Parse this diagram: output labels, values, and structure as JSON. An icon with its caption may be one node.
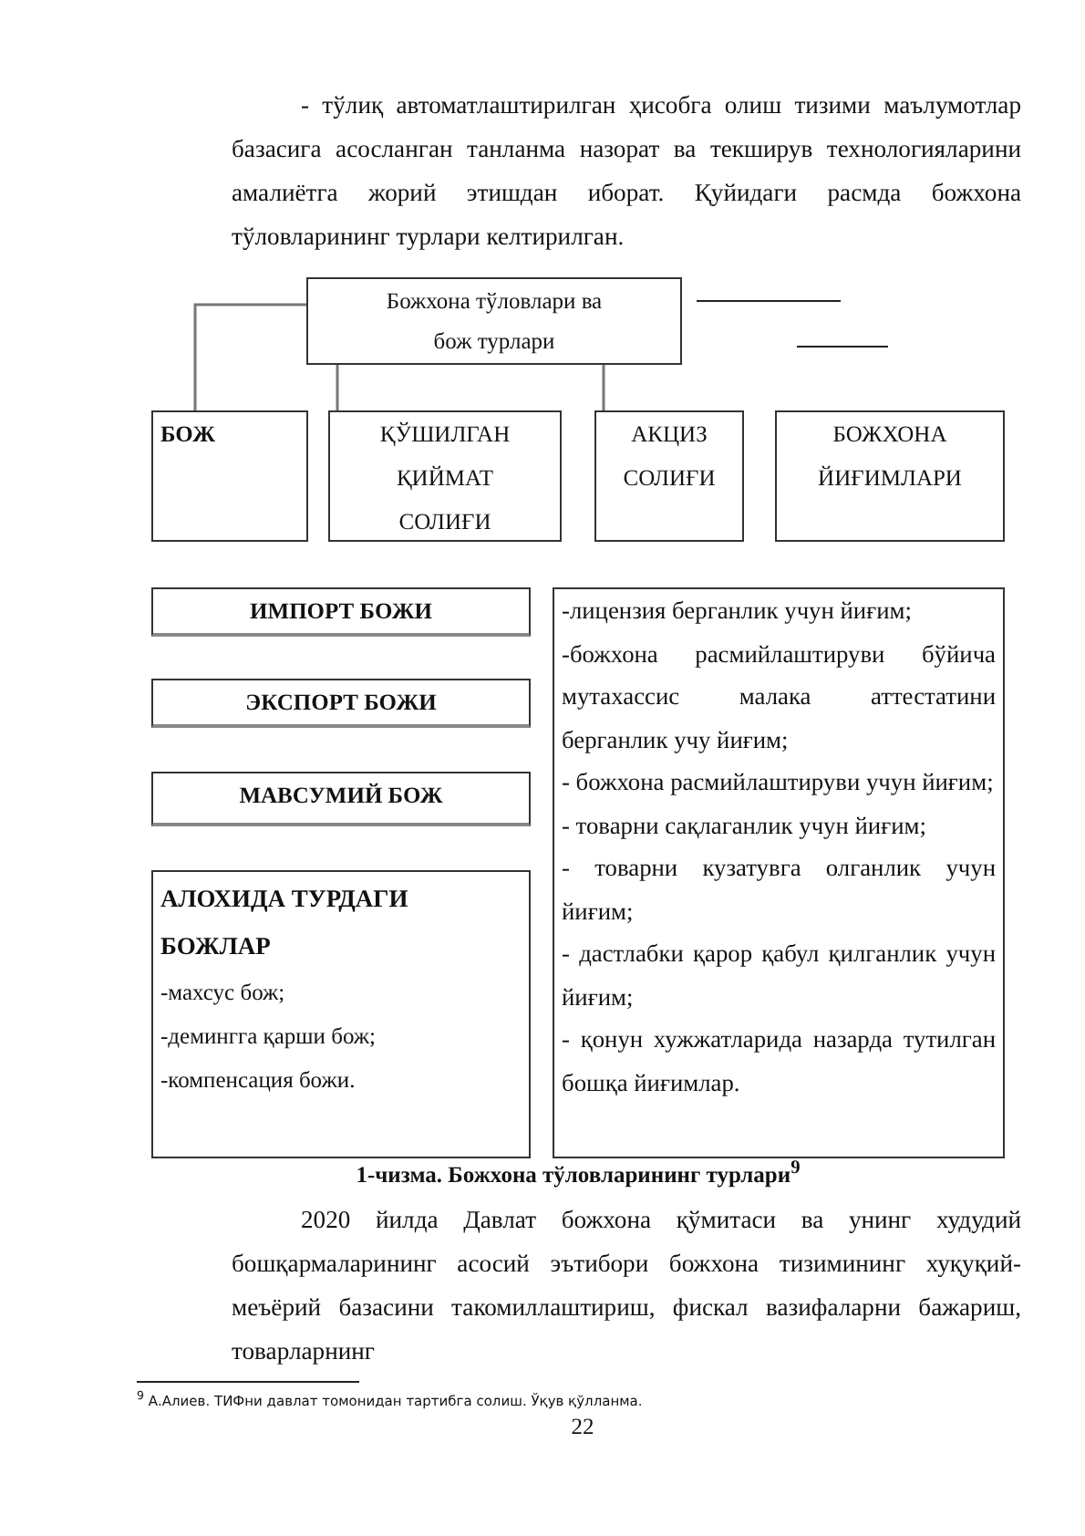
{
  "diagram": {
    "caption": "1-чизма. Божхона  тўловларининг  турлари$^{9}$",
    "nodes": [
      {
        "text": [
          "Божхона тўловлари ва бож турлари"
        ]
      },
      {
        "text": [
          "БОЖ"
        ]
      },
      {
        "text": [
          "ҚЎШИЛГАН ҚИЙМАТ СОЛИҒИ"
        ]
      },
      {
        "text": [
          "АКЦИЗ СОЛИҒИ"
        ]
      },
      {
        "text": [
          "БОЖХОНА ЙИҒИМЛАРИ"
        ]
      },
      {
        "text": [
          "ИМПОРТ БОЖИ"
        ]
      },
      {
        "text": [
          "ЭКСПОРТ БОЖИ"
        ]
      },
      {
        "text": [
          "МАВСУМИЙ БОЖ"
        ]
      },
      {
        "text": [
          "АЛОХИДА ТУРДАГИ БОЖЛАР",
          "-махсус бож;",
          "-демингга қарши бож;",
          "-компенсация божи."
        ]
      },
      {
        "text": [
          "-лицензия берганлик учун йиғим;",
          "-божхона расмийлаштируви бўйича мутахассис малака аттестатини берганлик учу йиғим;",
          "- божхона расмийлаштируви учун йиғим;",
          "- товарни сақлаганлик учун йиғим;",
          "- товарни кузатувга олганлик учун йиғим;",
          "- дастлабки қарор қабул қилганлик учун йиғим;",
          "- қонун хужжатларида назарда тутилган бошқа йиғимлар."
        ]
      }
    ],
    "edges": [
      {
        "from": 0,
        "to": 1,
        "arrow": "none"
      },
      {
        "from": 0,
        "to": 2,
        "arrow": "none"
      },
      {
        "from": 0,
        "to": 3,
        "arrow": "none"
      }
    ],
    "labels": [
      "- тўлиқ автоматлаштирилган ҳисобга олиш тизими маълумотлар базасига асосланган танланма назорат ва текширув технологияларини амалиётга жорий этишдан иборат. Қуйидаги расмда божхона тўловларининг турлари келтирилган.",
      "2020 йилда Давлат божхона қўмитаси ва унинг худудий бошқармаларининг асосий эътибори божхона тизимининг хуқуқий-меъёрий базасини такомиллаштириш, фискал вазифаларни бажариш, товарларнинг",
      "$^{9}$ А.Алиев. ТИФни давлат томонидан тартибга солиш. Ўқув қўлланма.",
      "22"
    ]
  }
}
